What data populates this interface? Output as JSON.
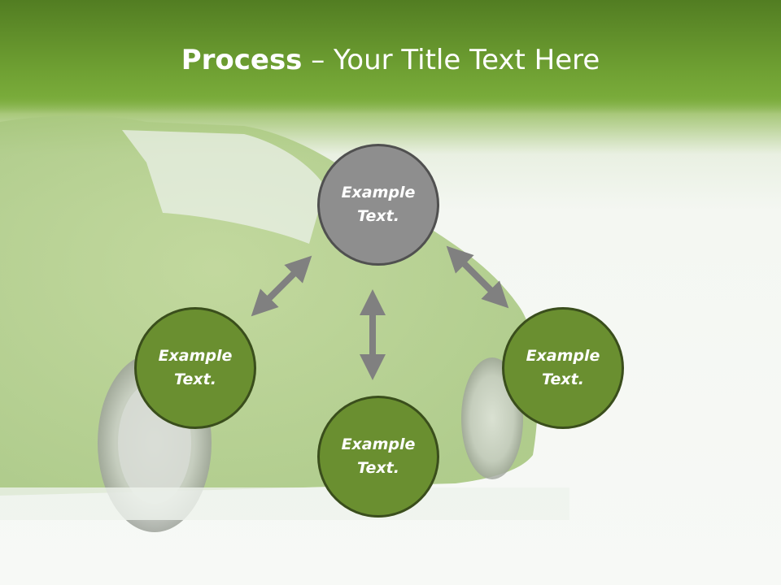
{
  "slide": {
    "title_bold": "Process",
    "title_rest": " – Your Title Text Here"
  },
  "nodes": [
    {
      "id": "top",
      "label": "Example Text.",
      "style": "gray"
    },
    {
      "id": "left",
      "label": "Example Text.",
      "style": "green"
    },
    {
      "id": "bottom",
      "label": "Example Text.",
      "style": "green"
    },
    {
      "id": "right",
      "label": "Example Text.",
      "style": "green"
    }
  ],
  "colors": {
    "header": "#6e9f32",
    "circle_green": "#6a8f30",
    "circle_gray": "#8e8e8e",
    "arrow": "#808080"
  }
}
